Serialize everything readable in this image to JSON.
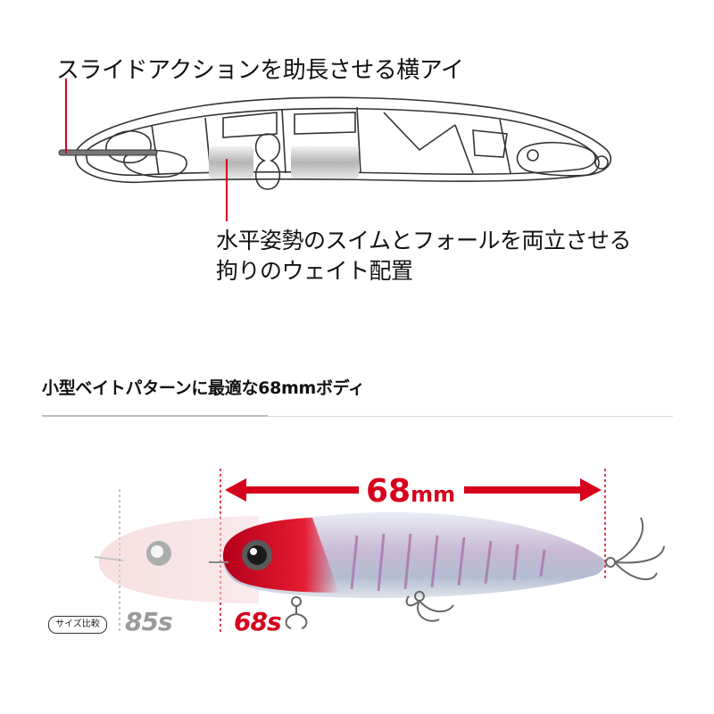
{
  "callouts": {
    "line_eye": "スライドアクションを助長させる横アイ",
    "weight_line1": "水平姿勢のスイムとフォールを両立させる",
    "weight_line2": "拘りのウェイト配置"
  },
  "section": {
    "title": "小型ベイトパターンに最適な68mmボディ"
  },
  "size_compare": {
    "badge": "サイズ比較",
    "model_large": "85s",
    "model_small": "68s",
    "length_value": "68",
    "length_unit": "mm"
  },
  "colors": {
    "accent_red": "#d6001c",
    "outline_dark": "#333333",
    "rule_gray": "#d8d8d8"
  }
}
